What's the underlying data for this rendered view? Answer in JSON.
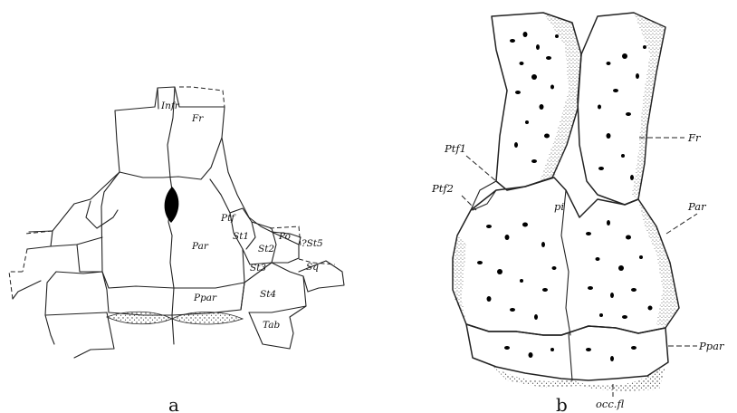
{
  "figure": {
    "panel_a": {
      "caption": "a",
      "labels": {
        "infr": "Infr",
        "fr": "Fr",
        "ptf": "Ptf",
        "par": "Par",
        "st1": "St1",
        "st2": "St2",
        "st3": "St3",
        "st4": "St4",
        "st5": "?St5",
        "po": "Po",
        "sq": "Sq",
        "ppar": "Ppar",
        "tab": "Tab"
      }
    },
    "panel_b": {
      "caption": "b",
      "labels": {
        "ptf1": "Ptf1",
        "ptf2": "Ptf2",
        "pi": "pi",
        "fr": "Fr",
        "par": "Par",
        "ppar": "Ppar",
        "occfl": "occ.fl"
      }
    }
  }
}
